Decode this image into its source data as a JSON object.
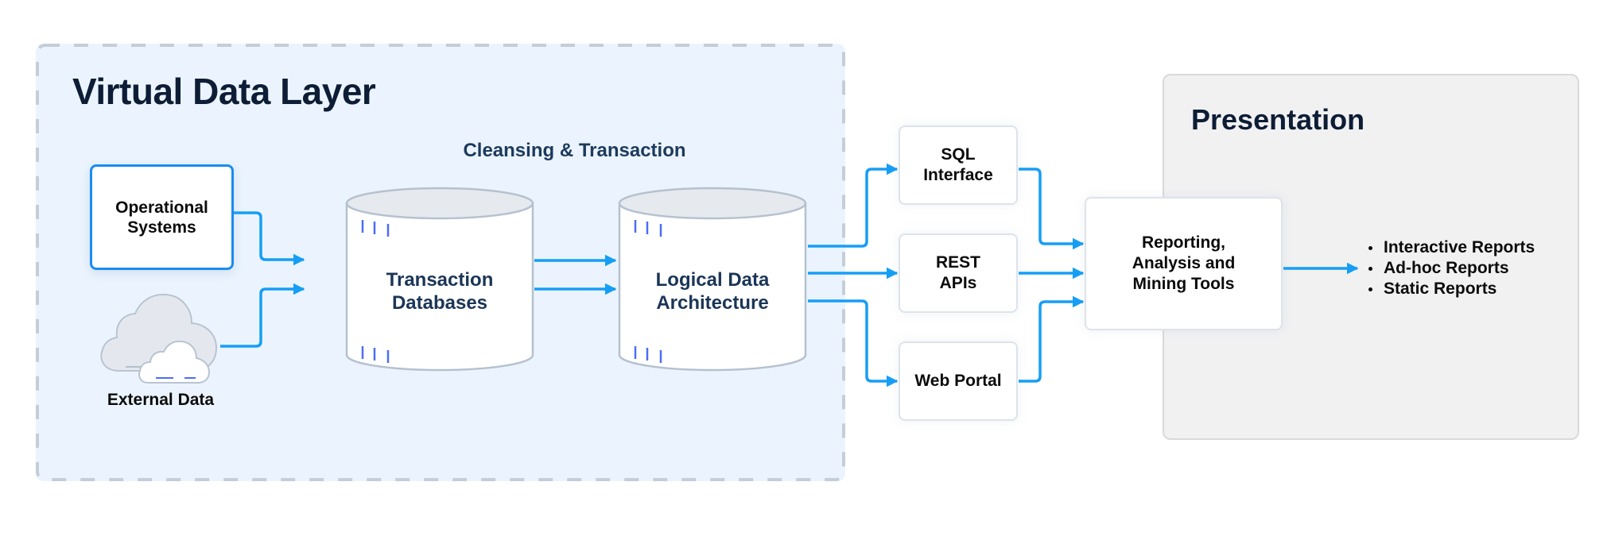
{
  "virtual_layer": {
    "title": "Virtual Data Layer",
    "subtitle": "Cleansing & Transaction"
  },
  "sources": {
    "operational": {
      "line1": "Operational",
      "line2": "Systems"
    },
    "external": {
      "label": "External Data",
      "icon": "cloud-icon"
    }
  },
  "databases": [
    {
      "line1": "Transaction",
      "line2": "Databases",
      "icon": "database-icon"
    },
    {
      "line1": "Logical Data",
      "line2": "Architecture",
      "icon": "database-icon"
    }
  ],
  "access_layer": [
    {
      "line1": "SQL",
      "line2": "Interface"
    },
    {
      "line1": "REST",
      "line2": "APIs"
    },
    {
      "line1": "Web Portal",
      "line2": ""
    }
  ],
  "presentation": {
    "title": "Presentation",
    "tools": {
      "line1": "Reporting,",
      "line2": "Analysis and",
      "line3": "Mining Tools"
    },
    "outputs": [
      "Interactive Reports",
      "Ad-hoc Reports",
      "Static Reports"
    ]
  },
  "colors": {
    "arrow": "#169ef5",
    "accent_border": "#1a8cf0",
    "layer_bg": "#ebf4fe",
    "layer_dash": "#c3ced9",
    "presentation_bg": "#f1f1f2",
    "title_text": "#0d1d36",
    "db_tick": "#4b6ef5"
  }
}
